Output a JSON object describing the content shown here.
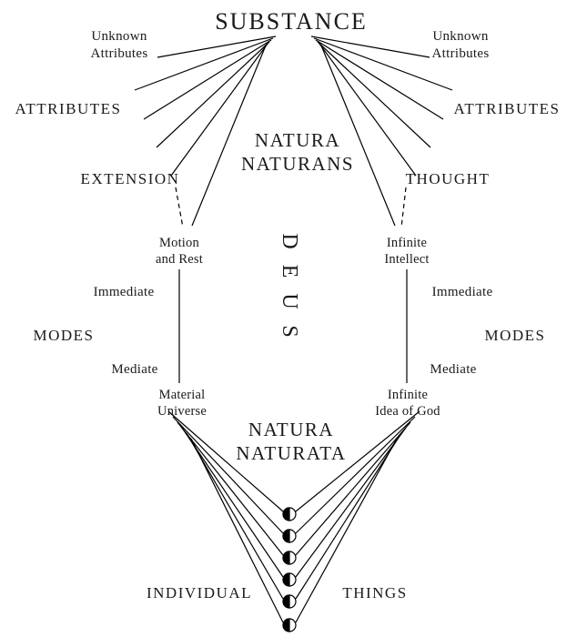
{
  "diagram": {
    "title": "SUBSTANCE",
    "natura_naturans": [
      "NATURA",
      "NATURANS"
    ],
    "natura_naturata": [
      "NATURA",
      "NATURATA"
    ],
    "deus_letters": [
      "D",
      "E",
      "U",
      "S"
    ],
    "left": {
      "unknown_attributes": [
        "Unknown",
        "Attributes"
      ],
      "attributes": "ATTRIBUTES",
      "extension": "EXTENSION",
      "motion_and_rest": [
        "Motion",
        "and Rest"
      ],
      "immediate": "Immediate",
      "modes": "MODES",
      "mediate": "Mediate",
      "material_universe": [
        "Material",
        "Universe"
      ]
    },
    "right": {
      "unknown_attributes": [
        "Unknown",
        "Attributes"
      ],
      "attributes": "ATTRIBUTES",
      "thought": "THOUGHT",
      "infinite_intellect": [
        "Infinite",
        "Intellect"
      ],
      "immediate": "Immediate",
      "modes": "MODES",
      "mediate": "Mediate",
      "infinite_idea_of_god": [
        "Infinite",
        "Idea of God"
      ]
    },
    "bottom": {
      "individual": "INDIVIDUAL",
      "things": "THINGS"
    },
    "line_color": "#000000",
    "icon": "half-filled-circle"
  }
}
